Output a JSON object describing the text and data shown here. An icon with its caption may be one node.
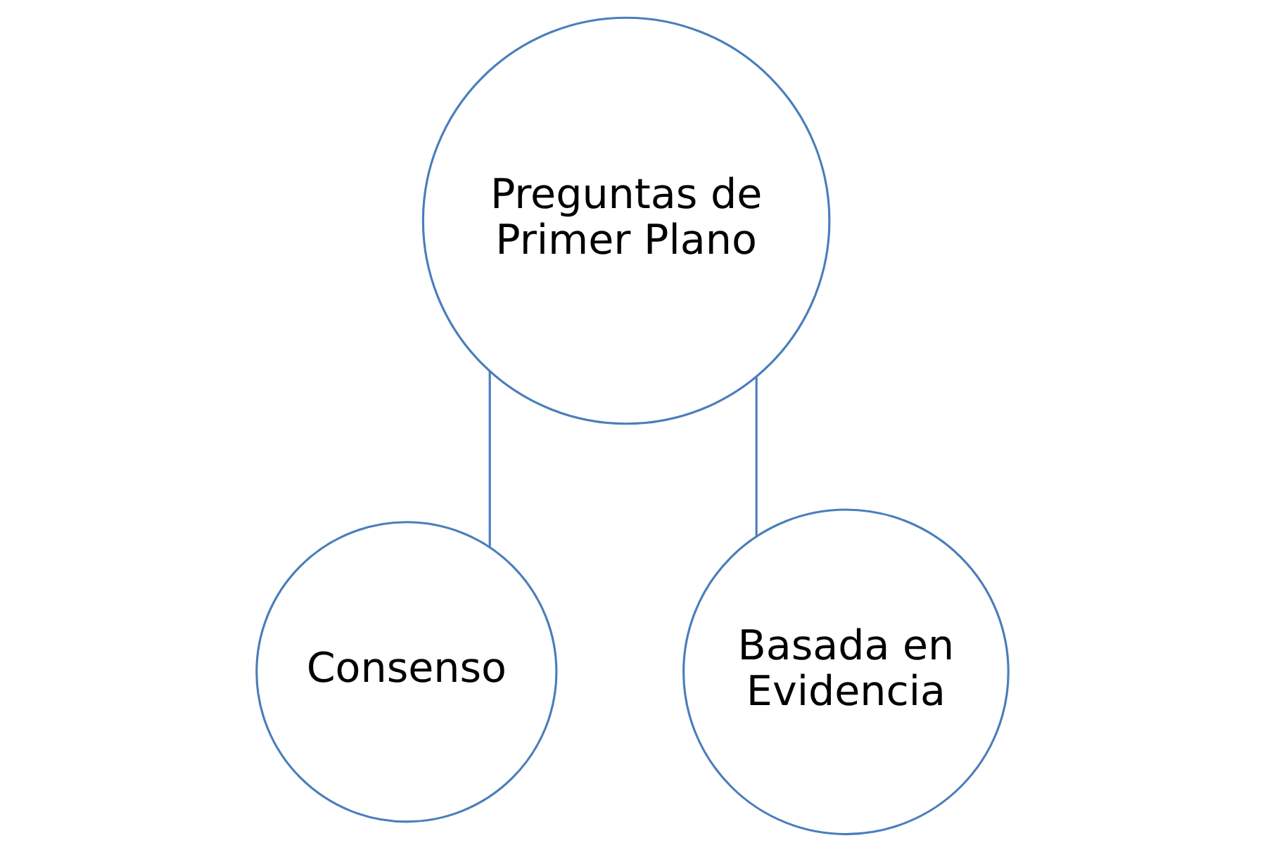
{
  "diagram": {
    "nodes": [
      {
        "text": [
          "Preguntas de Primer Plano"
        ]
      },
      {
        "text": [
          "Consenso"
        ]
      },
      {
        "text": [
          "Basada en Evidencia"
        ]
      }
    ],
    "edges": [
      {
        "from": 0,
        "to": 1,
        "arrow": "none"
      },
      {
        "from": 0,
        "to": 2,
        "arrow": "none"
      }
    ]
  }
}
